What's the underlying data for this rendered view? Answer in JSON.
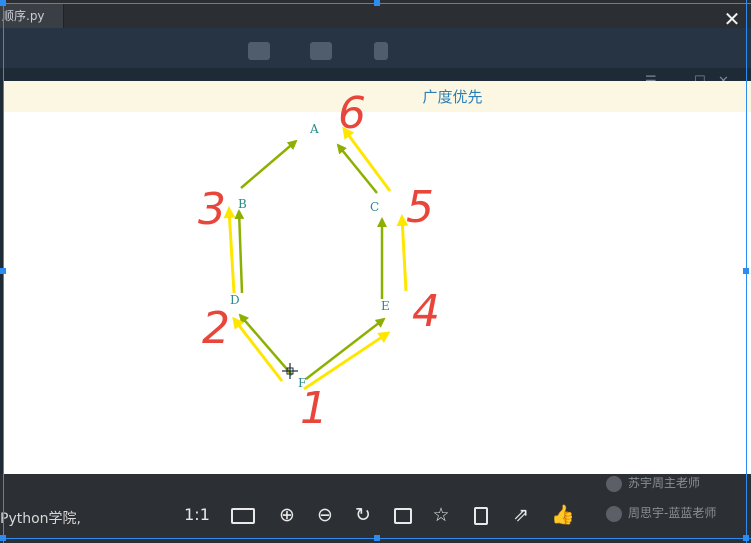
{
  "background_app": {
    "tab_label": "顺序.py",
    "bottom_left_text": "Python学院,",
    "contacts": [
      "苏宇周主老师",
      "周思宇-蓝蓝老师"
    ]
  },
  "viewer": {
    "close_glyph": "✕",
    "title": "广度优先",
    "nodes": {
      "A": "A",
      "B": "B",
      "C": "C",
      "D": "D",
      "E": "E",
      "F": "F"
    },
    "order_numbers": {
      "F": "1",
      "D": "2",
      "B": "3",
      "E": "4",
      "C": "5",
      "A": "6"
    },
    "colors": {
      "tree_edge": "#8db000",
      "bfs_arrow": "#ffe600",
      "annotation": "#e8463a",
      "title": "#2a7fb8"
    },
    "toolbar": {
      "zoom_reset": "1:1",
      "icons": [
        "fit-screen-icon",
        "zoom-in-icon",
        "zoom-out-icon",
        "rotate-icon",
        "save-icon",
        "favorite-icon",
        "device-icon",
        "share-icon"
      ]
    }
  }
}
